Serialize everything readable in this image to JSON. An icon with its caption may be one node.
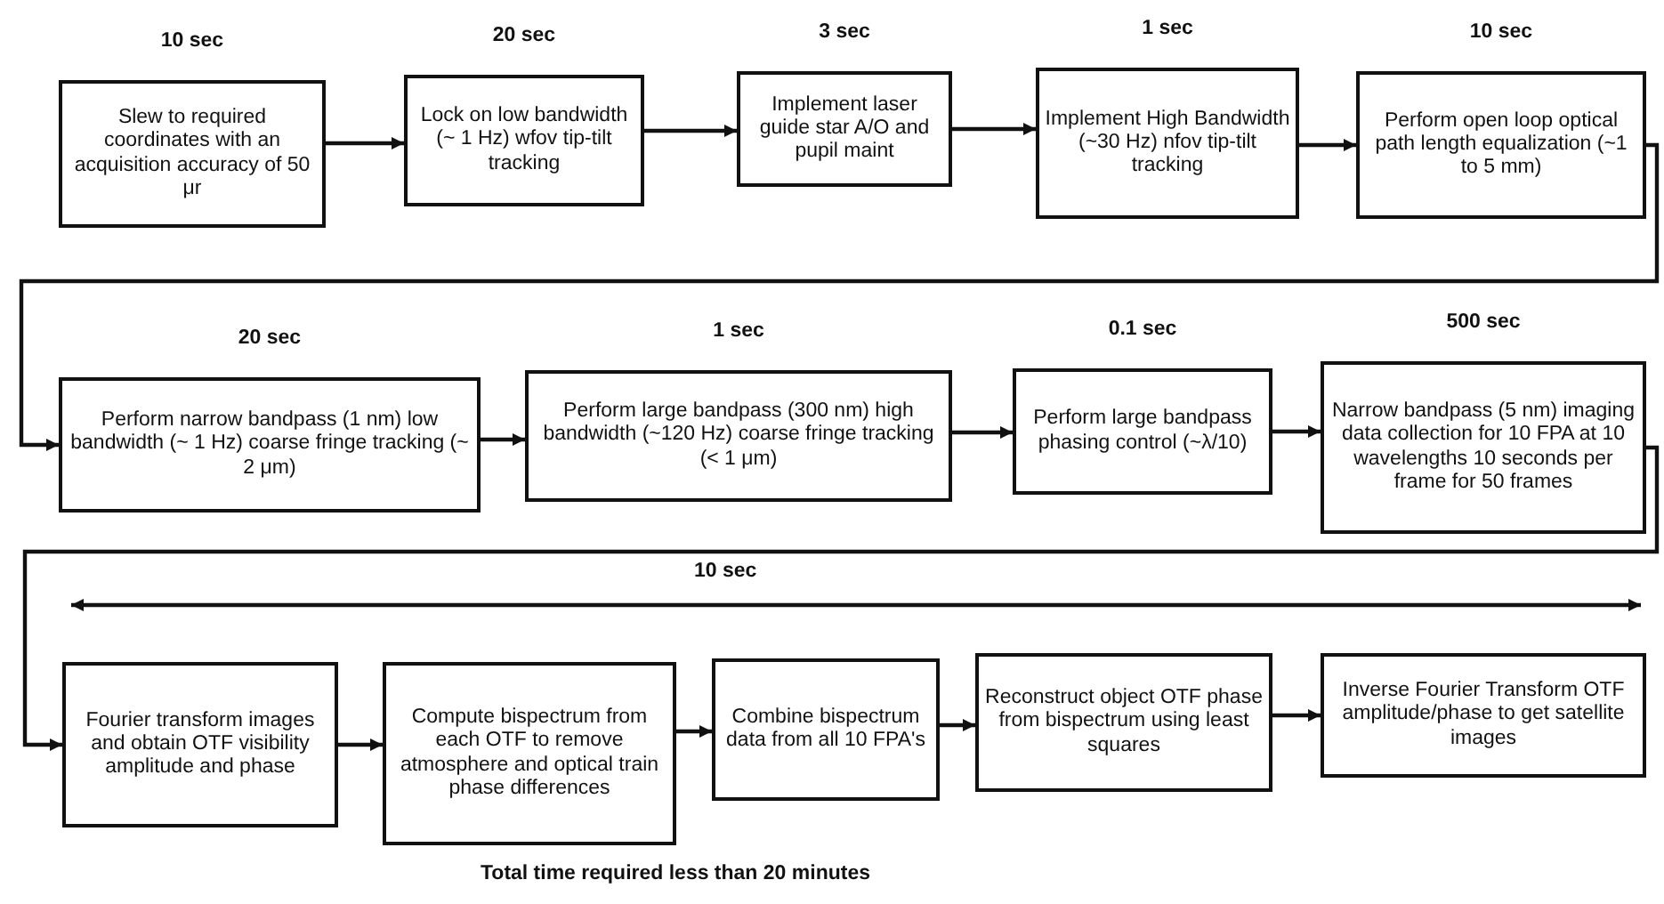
{
  "diagram": {
    "caption": "Total time required less than 20 minutes",
    "nodes": [
      {
        "text": [
          "Slew to required coordinates with an acquisition accuracy of 50 μr"
        ],
        "beside": [
          "10 sec"
        ]
      },
      {
        "text": [
          "Lock on low bandwidth (~ 1 Hz) wfov tip-tilt tracking"
        ],
        "beside": [
          "20 sec"
        ]
      },
      {
        "text": [
          "Implement laser guide star A/O and pupil maint"
        ],
        "beside": [
          "3 sec"
        ]
      },
      {
        "text": [
          "Implement High Bandwidth (~30 Hz) nfov tip-tilt tracking"
        ],
        "beside": [
          "1 sec"
        ]
      },
      {
        "text": [
          "Perform open loop optical path length equalization (~1 to 5 mm)"
        ],
        "beside": [
          "10 sec"
        ]
      },
      {
        "text": [
          "Perform narrow bandpass (1 nm) low bandwidth (~ 1 Hz) coarse fringe tracking (~ 2 μm)"
        ],
        "beside": [
          "20 sec"
        ]
      },
      {
        "text": [
          "Perform large bandpass (300 nm) high bandwidth (~120 Hz) coarse fringe tracking (< 1 μm)"
        ],
        "beside": [
          "1 sec"
        ]
      },
      {
        "text": [
          "Perform large bandpass phasing control (~λ/10)"
        ],
        "beside": [
          "0.1 sec"
        ]
      },
      {
        "text": [
          "Narrow bandpass (5 nm) imaging data collection for 10 FPA at 10 wavelengths 10 seconds per frame for 50 frames"
        ],
        "beside": [
          "500 sec"
        ]
      },
      {
        "text": [
          "Fourier transform images and obtain OTF visibility amplitude and phase"
        ]
      },
      {
        "text": [
          "Compute bispectrum from each OTF to remove atmosphere and optical train phase differences"
        ]
      },
      {
        "text": [
          "Combine bispectrum data from all 10 FPA's"
        ]
      },
      {
        "text": [
          "Reconstruct object OTF phase from bispectrum using least squares"
        ]
      },
      {
        "text": [
          "Inverse Fourier Transform OTF amplitude/phase to get satellite images"
        ]
      }
    ],
    "edges": [
      {
        "from": 0,
        "to": 1,
        "arrow": "to"
      },
      {
        "from": 1,
        "to": 2,
        "arrow": "to"
      },
      {
        "from": 2,
        "to": 3,
        "arrow": "to"
      },
      {
        "from": 3,
        "to": 4,
        "arrow": "to"
      },
      {
        "from": 4,
        "to": 5,
        "arrow": "to"
      },
      {
        "from": 5,
        "to": 6,
        "arrow": "to"
      },
      {
        "from": 6,
        "to": 7,
        "arrow": "to"
      },
      {
        "from": 7,
        "to": 8,
        "arrow": "to"
      },
      {
        "from": 8,
        "to": 9,
        "arrow": "to"
      },
      {
        "from": 9,
        "to": 10,
        "arrow": "to"
      },
      {
        "from": 10,
        "to": 11,
        "arrow": "to"
      },
      {
        "from": 11,
        "to": 12,
        "arrow": "to"
      },
      {
        "from": 12,
        "to": 13,
        "arrow": "to"
      }
    ],
    "labels": [
      "10 sec"
    ]
  }
}
